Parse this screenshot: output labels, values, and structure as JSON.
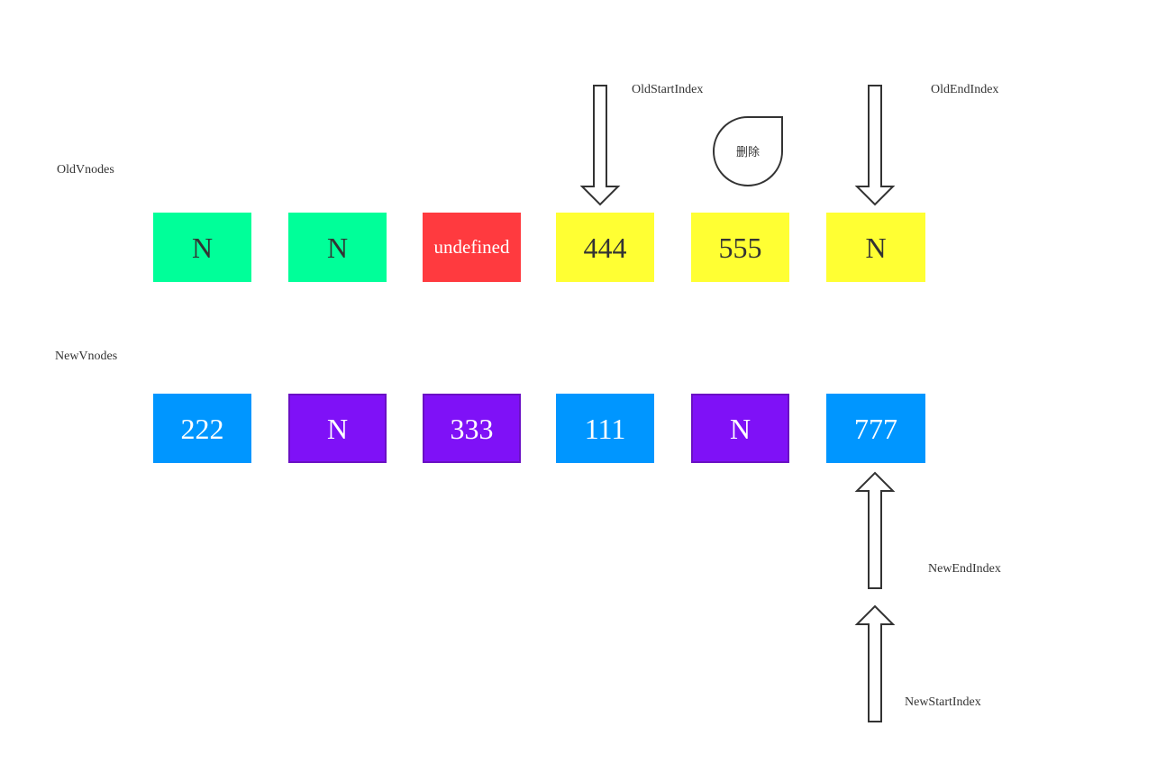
{
  "labels": {
    "old_vnodes": "OldVnodes",
    "new_vnodes": "NewVnodes",
    "old_start_index": "OldStartIndex",
    "old_end_index": "OldEndIndex",
    "new_end_index": "NewEndIndex",
    "new_start_index": "NewStartIndex",
    "delete_note": "删除"
  },
  "old_nodes": [
    {
      "text": "N",
      "color": "#00ff99"
    },
    {
      "text": "N",
      "color": "#00ff99"
    },
    {
      "text": "undefined",
      "color": "#ff3a3f"
    },
    {
      "text": "444",
      "color": "#ffff33"
    },
    {
      "text": "555",
      "color": "#ffff33"
    },
    {
      "text": "N",
      "color": "#ffff33"
    }
  ],
  "new_nodes": [
    {
      "text": "222",
      "color": "#0096ff"
    },
    {
      "text": "N",
      "color": "#7f11f7"
    },
    {
      "text": "333",
      "color": "#7f11f7"
    },
    {
      "text": "111",
      "color": "#0096ff"
    },
    {
      "text": "N",
      "color": "#7f11f7"
    },
    {
      "text": "777",
      "color": "#0096ff"
    }
  ]
}
